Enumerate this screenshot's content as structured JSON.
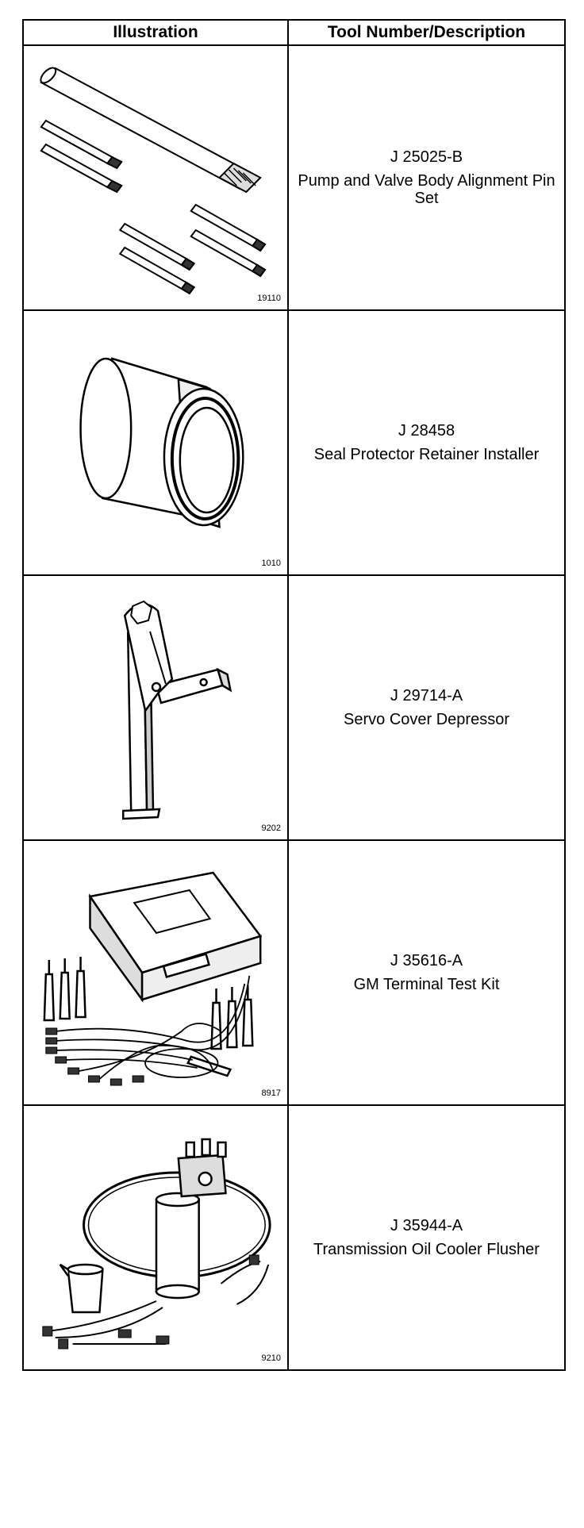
{
  "table": {
    "headers": {
      "illustration": "Illustration",
      "tool": "Tool Number/Description"
    },
    "rows": [
      {
        "tool_number": "J 25025-B",
        "description": "Pump and Valve Body Alignment Pin Set",
        "figure_number": "19110",
        "icon": "alignment-pin-set-icon"
      },
      {
        "tool_number": "J 28458",
        "description": "Seal Protector Retainer Installer",
        "figure_number": "1010",
        "icon": "seal-protector-icon"
      },
      {
        "tool_number": "J 29714-A",
        "description": "Servo Cover Depressor",
        "figure_number": "9202",
        "icon": "servo-depressor-icon"
      },
      {
        "tool_number": "J 35616-A",
        "description": "GM Terminal Test Kit",
        "figure_number": "8917",
        "icon": "terminal-test-kit-icon"
      },
      {
        "tool_number": "J 35944-A",
        "description": "Transmission Oil Cooler Flusher",
        "figure_number": "9210",
        "icon": "oil-cooler-flusher-icon"
      }
    ]
  }
}
